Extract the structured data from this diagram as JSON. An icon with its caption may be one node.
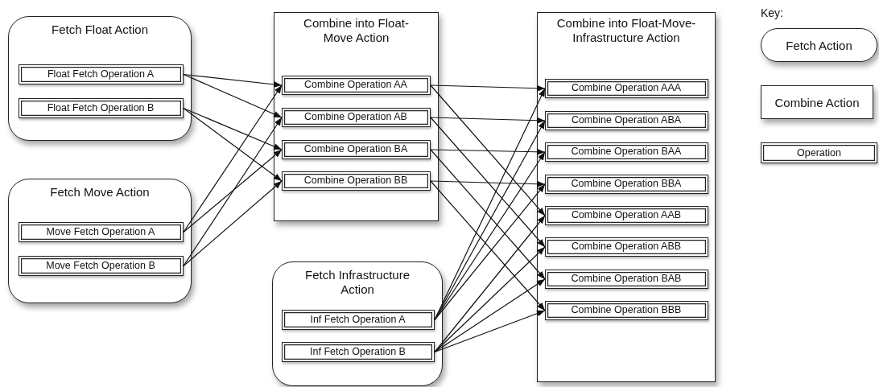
{
  "diagram": {
    "nodes": [
      {
        "text": [
          "Fetch Float Action"
        ]
      },
      {
        "text": [
          "Float Fetch Operation A"
        ],
        "in": 0
      },
      {
        "text": [
          "Float Fetch Operation B"
        ],
        "in": 0
      },
      {
        "text": [
          "Fetch Move Action"
        ]
      },
      {
        "text": [
          "Move Fetch Operation A"
        ],
        "in": 3
      },
      {
        "text": [
          "Move Fetch Operation B"
        ],
        "in": 3
      },
      {
        "text": [
          "Combine into Float-Move Action"
        ]
      },
      {
        "text": [
          "Combine Operation AA"
        ],
        "in": 6
      },
      {
        "text": [
          "Combine Operation AB"
        ],
        "in": 6
      },
      {
        "text": [
          "Combine Operation BA"
        ],
        "in": 6
      },
      {
        "text": [
          "Combine Operation BB"
        ],
        "in": 6
      },
      {
        "text": [
          "Fetch Infrastructure Action"
        ]
      },
      {
        "text": [
          "Inf Fetch Operation A"
        ],
        "in": 11
      },
      {
        "text": [
          "Inf Fetch Operation B"
        ],
        "in": 11
      },
      {
        "text": [
          "Combine into Float-Move-Infrastructure Action"
        ]
      },
      {
        "text": [
          "Combine Operation AAA"
        ],
        "in": 14
      },
      {
        "text": [
          "Combine Operation ABA"
        ],
        "in": 14
      },
      {
        "text": [
          "Combine Operation BAA"
        ],
        "in": 14
      },
      {
        "text": [
          "Combine Operation BBA"
        ],
        "in": 14
      },
      {
        "text": [
          "Combine Operation AAB"
        ],
        "in": 14
      },
      {
        "text": [
          "Combine Operation ABB"
        ],
        "in": 14
      },
      {
        "text": [
          "Combine Operation BAB"
        ],
        "in": 14
      },
      {
        "text": [
          "Combine Operation BBB"
        ],
        "in": 14
      }
    ],
    "edges": [
      {
        "from": 1,
        "to": 7,
        "arrow": "to"
      },
      {
        "from": 1,
        "to": 8,
        "arrow": "to"
      },
      {
        "from": 2,
        "to": 9,
        "arrow": "to"
      },
      {
        "from": 2,
        "to": 10,
        "arrow": "to"
      },
      {
        "from": 4,
        "to": 7,
        "arrow": "to"
      },
      {
        "from": 4,
        "to": 9,
        "arrow": "to"
      },
      {
        "from": 5,
        "to": 8,
        "arrow": "to"
      },
      {
        "from": 5,
        "to": 10,
        "arrow": "to"
      },
      {
        "from": 7,
        "to": 15,
        "arrow": "to"
      },
      {
        "from": 7,
        "to": 19,
        "arrow": "to"
      },
      {
        "from": 8,
        "to": 16,
        "arrow": "to"
      },
      {
        "from": 8,
        "to": 20,
        "arrow": "to"
      },
      {
        "from": 9,
        "to": 17,
        "arrow": "to"
      },
      {
        "from": 9,
        "to": 21,
        "arrow": "to"
      },
      {
        "from": 10,
        "to": 18,
        "arrow": "to"
      },
      {
        "from": 10,
        "to": 22,
        "arrow": "to"
      },
      {
        "from": 12,
        "to": 15,
        "arrow": "to"
      },
      {
        "from": 12,
        "to": 16,
        "arrow": "to"
      },
      {
        "from": 12,
        "to": 17,
        "arrow": "to"
      },
      {
        "from": 12,
        "to": 18,
        "arrow": "to"
      },
      {
        "from": 13,
        "to": 19,
        "arrow": "to"
      },
      {
        "from": 13,
        "to": 20,
        "arrow": "to"
      },
      {
        "from": 13,
        "to": 21,
        "arrow": "to"
      },
      {
        "from": 13,
        "to": 22,
        "arrow": "to"
      }
    ],
    "labels": [
      "Key:"
    ],
    "legend": [
      {
        "text": "Fetch Action"
      },
      {
        "text": "Combine Action"
      },
      {
        "text": "Operation"
      }
    ]
  }
}
